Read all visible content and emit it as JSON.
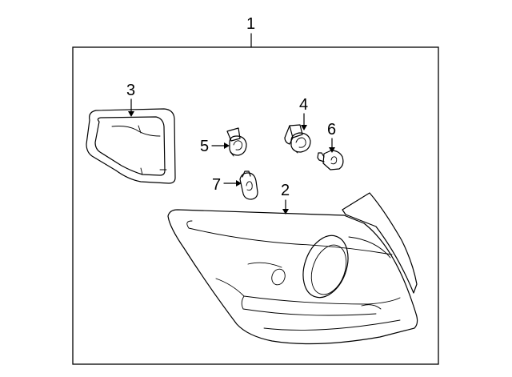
{
  "callouts": {
    "c1": "1",
    "c2": "2",
    "c3": "3",
    "c4": "4",
    "c5": "5",
    "c6": "6",
    "c7": "7"
  },
  "style": {
    "line_color": "#000000",
    "background": "#ffffff"
  }
}
